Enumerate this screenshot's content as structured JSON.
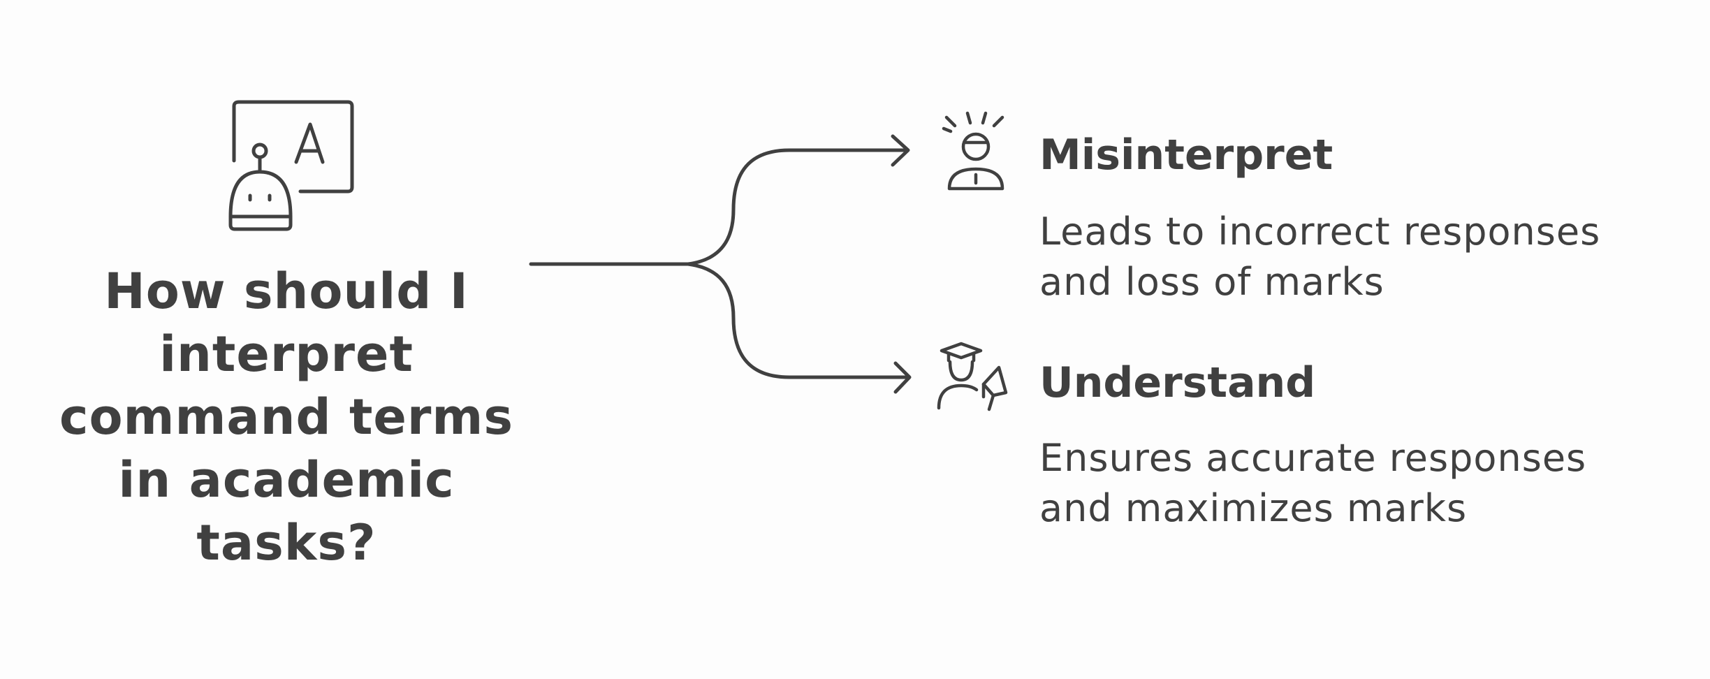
{
  "question": {
    "text": "How should I interpret command terms in academic tasks?",
    "icon": "robot-chalkboard-icon"
  },
  "branches": [
    {
      "title": "Misinterpret",
      "description": "Leads to incorrect responses and loss of marks",
      "icon": "confused-person-icon"
    },
    {
      "title": "Understand",
      "description": "Ensures accurate responses and maximizes marks",
      "icon": "graduate-megaphone-icon"
    }
  ],
  "colors": {
    "ink": "#404040",
    "background": "#fdfdfd"
  }
}
